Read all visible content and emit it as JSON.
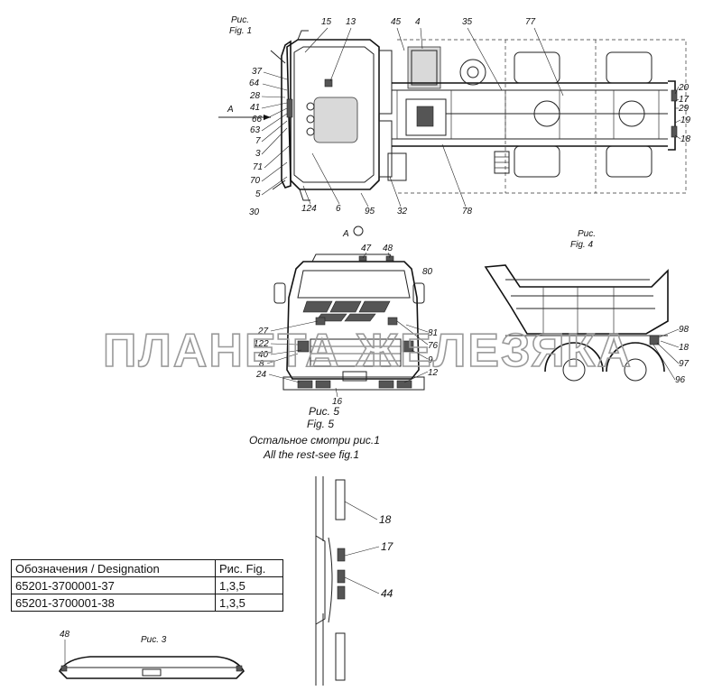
{
  "figure_captions": {
    "fig1_ru": "Рис.",
    "fig1_en": "Fig. 1",
    "fig4_ru": "Рис.",
    "fig4_en": "Fig. 4",
    "fig5_ru": "Рис. 5",
    "fig5_en": "Fig. 5",
    "fig5_note_ru": "Остальное смотри рис.1",
    "fig5_note_en": "All the rest-see fig.1",
    "fig3": "Рис. 3",
    "view_a": "А",
    "view_a_arrow": "А"
  },
  "watermark": "ПЛАНЕТА ЖЕЛЕЗЯКА",
  "callouts": {
    "fig1": [
      "15",
      "13",
      "45",
      "4",
      "35",
      "77",
      "37",
      "64",
      "28",
      "41",
      "66",
      "63",
      "7",
      "3",
      "71",
      "70",
      "5",
      "30",
      "124",
      "6",
      "95",
      "32",
      "78",
      "20",
      "17",
      "29",
      "19",
      "18"
    ],
    "fig5": [
      "47",
      "48",
      "80",
      "27",
      "122",
      "40",
      "8",
      "24",
      "16",
      "12",
      "9",
      "76",
      "81"
    ],
    "fig4": [
      "98",
      "18",
      "97",
      "96"
    ],
    "side": [
      "18",
      "17",
      "44"
    ],
    "fig3": [
      "48"
    ]
  },
  "table": {
    "headers": [
      "Обозначения / Designation",
      "Рис. Fig."
    ],
    "rows": [
      [
        "65201-3700001-37",
        "1,3,5"
      ],
      [
        "65201-3700001-38",
        "1,3,5"
      ]
    ]
  }
}
